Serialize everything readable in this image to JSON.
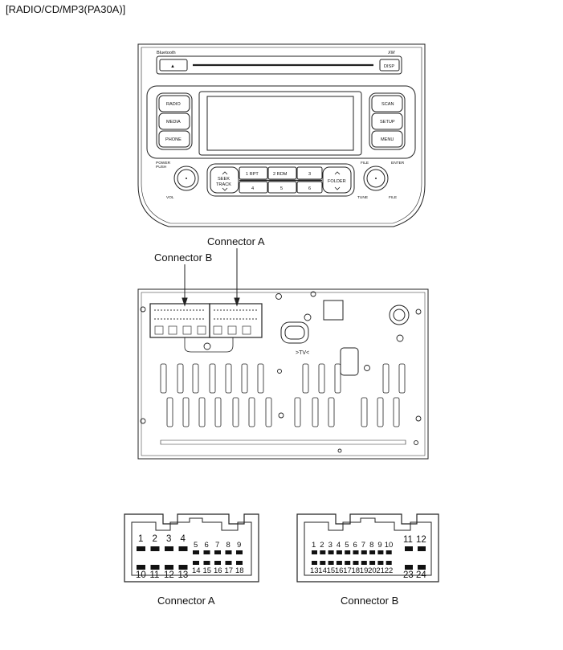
{
  "header": {
    "title": "[RADIO/CD/MP3(PA30A)]"
  },
  "radio": {
    "bluetooth": "Bluetooth",
    "xm": "XM",
    "eject": "▲",
    "disp": "DISP",
    "left_buttons": [
      "RADIO",
      "MEDIA",
      "PHONE"
    ],
    "right_buttons": [
      "SCAN",
      "SETUP",
      "MENU"
    ],
    "power_push": [
      "POWER",
      "PUSH"
    ],
    "vol": "VOL",
    "seek_track": [
      "SEEK",
      "TRACK"
    ],
    "presets": [
      "1 RPT",
      "2 RDM",
      "3",
      "4",
      "5",
      "6"
    ],
    "folder": "FOLDER",
    "file": "FILE",
    "enter": "ENTER",
    "tune": "TUNE",
    "file2": "FILE"
  },
  "rear": {
    "connector_a_label": "Connector A",
    "connector_b_label": "Connector B",
    "tv_marking": ">TV<"
  },
  "connector_a": {
    "caption": "Connector A",
    "top_large": [
      "1",
      "2",
      "3",
      "4"
    ],
    "top_small": [
      "5",
      "6",
      "7",
      "8",
      "9"
    ],
    "bottom_large": [
      "10",
      "11",
      "12",
      "13"
    ],
    "bottom_small": [
      "14",
      "15",
      "16",
      "17",
      "18"
    ]
  },
  "connector_b": {
    "caption": "Connector B",
    "top_small": [
      "1",
      "2",
      "3",
      "4",
      "5",
      "6",
      "7",
      "8",
      "9",
      "10"
    ],
    "top_large": [
      "11",
      "12"
    ],
    "bottom_small": [
      "13",
      "14",
      "15",
      "16",
      "17",
      "18",
      "19",
      "20",
      "21",
      "22"
    ],
    "bottom_large": [
      "23",
      "24"
    ]
  }
}
